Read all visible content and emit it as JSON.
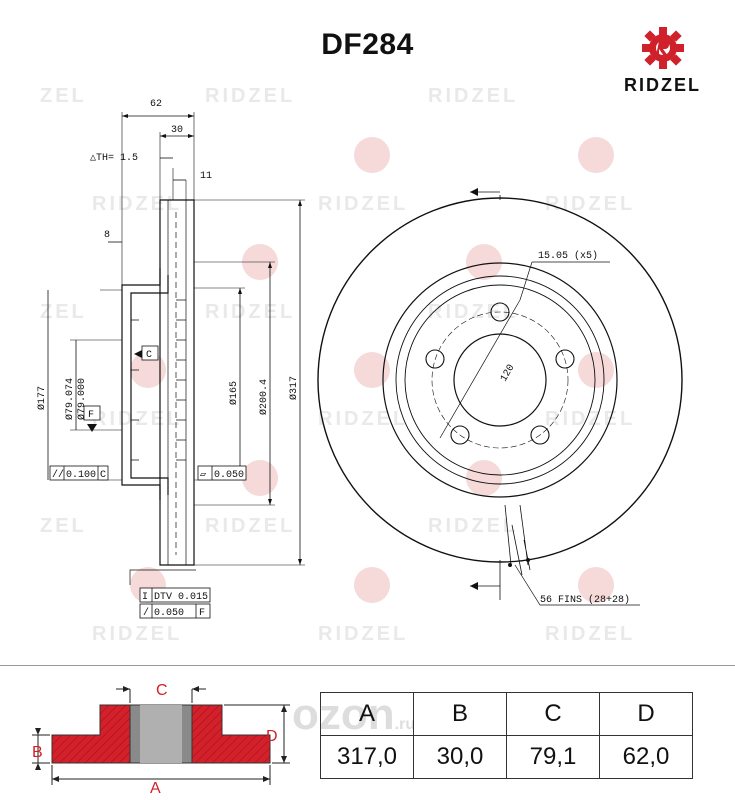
{
  "title": "DF284",
  "brand": {
    "name": "RIDZEL",
    "color": "#d0202a"
  },
  "watermark": {
    "text": "RIDZEL",
    "fragment": "ZEL"
  },
  "ozon_watermark": {
    "main": "ozon",
    "suffix": ".ru"
  },
  "drawing": {
    "dim_62": "62",
    "dim_30": "30",
    "dim_th": "△TH= 1.5",
    "dim_11": "11",
    "dim_8": "8",
    "dim_177": "Ø177",
    "dim_79_074": "Ø79.074",
    "dim_79_000": "Ø79.000",
    "dim_165": "Ø165",
    "dim_200_4": "Ø200.4",
    "dim_317": "Ø317",
    "datum_c": "C",
    "datum_f": "F",
    "tol_parallel": "//",
    "tol_parallel_val": "0.100",
    "tol_parallel_ref": "C",
    "tol_flat": "▱",
    "tol_flat_val": "0.050",
    "dtv_label": "DTV 0.015",
    "tol_runout": "/",
    "tol_runout_val": "0.050",
    "tol_runout_ref": "F",
    "hole_label": "15.05 (x5)",
    "pcd_label": "120",
    "fins_label": "56 FINS (28+28)"
  },
  "schematic": {
    "label_a": "A",
    "label_b": "B",
    "label_c": "C",
    "label_d": "D",
    "fill_color": "#d4202a"
  },
  "specs": {
    "headers": [
      "A",
      "B",
      "C",
      "D"
    ],
    "values": [
      "317,0",
      "30,0",
      "79,1",
      "62,0"
    ]
  }
}
